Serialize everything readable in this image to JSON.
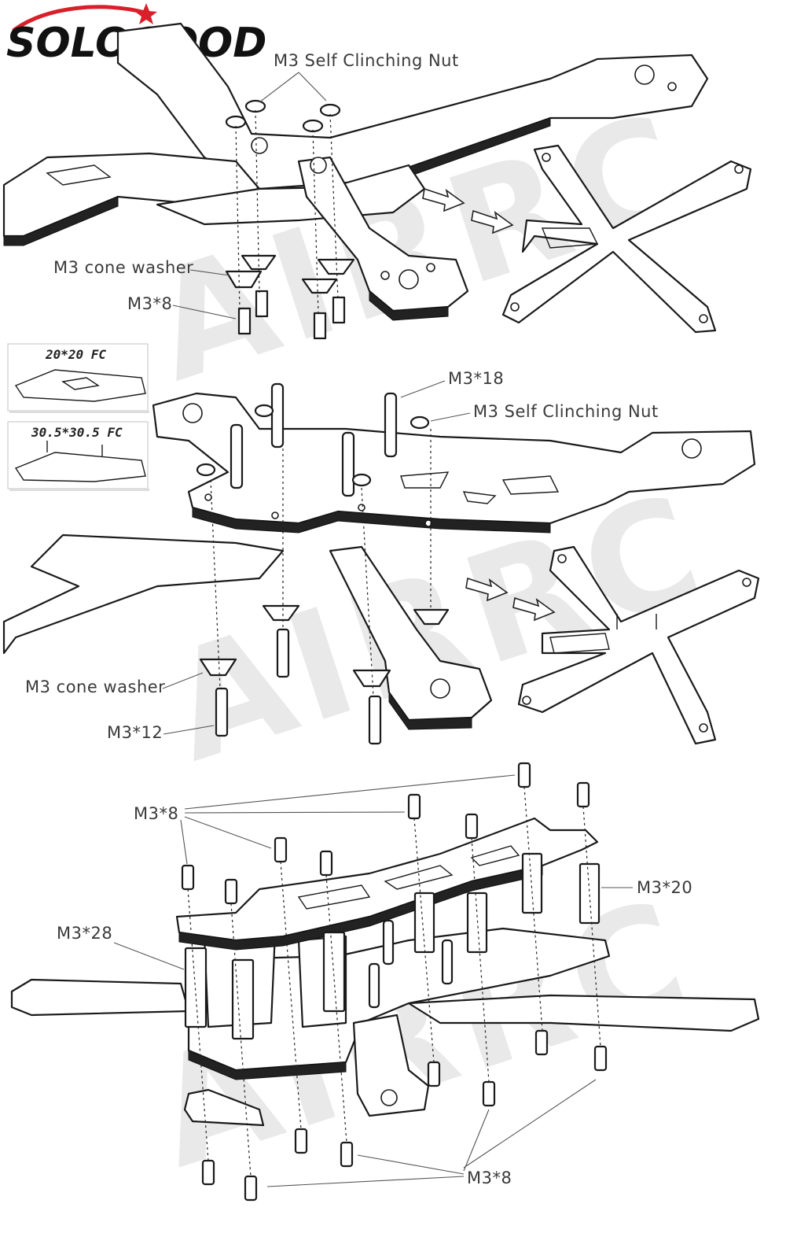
{
  "brand": {
    "logo_text": "SOLOGOOD",
    "watermark": "AIRRC",
    "accent_color": "#d8202a"
  },
  "inset_cards": [
    {
      "title": "20*20 FC"
    },
    {
      "title": "30.5*30.5 FC"
    }
  ],
  "labels": {
    "top_nut": "M3 Self Clinching Nut",
    "top_washer": "M3 cone washer",
    "top_screw": "M3*8",
    "mid_standoff": "M3*18",
    "mid_nut": "M3 Self Clinching Nut",
    "mid_washer": "M3 cone washer",
    "mid_screw": "M3*12",
    "bot_top_screw": "M3*8",
    "bot_standoff_small": "M3*20",
    "bot_standoff_large": "M3*28",
    "bot_bottom_screw": "M3*8"
  }
}
